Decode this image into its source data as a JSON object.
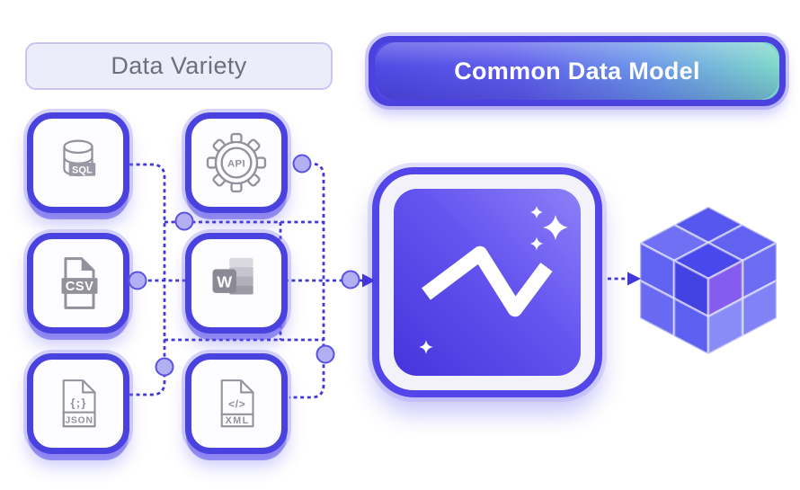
{
  "header": {
    "data_variety_label": "Data Variety",
    "common_data_model_label": "Common Data Model"
  },
  "sources": {
    "sql": {
      "badge": "SQL"
    },
    "api": {
      "label": "API"
    },
    "csv": {
      "label": "CSV"
    },
    "word": {
      "letter": "W"
    },
    "json": {
      "glyph": "{;}",
      "label": "JSON"
    },
    "xml": {
      "glyph": "</>",
      "label": "XML"
    }
  },
  "colors": {
    "connector": "#4137db",
    "card_border": "#4a42df",
    "junction_dot": "#b3aff3",
    "icon_gray": "#92919c",
    "model_gradient_top_right": "#8d80f8",
    "model_gradient_bottom_left": "#4634dc",
    "cdm_gradient_left": "#4f49e2",
    "cdm_gradient_right": "#7fdcc8",
    "cube_blue": "#5d5df1",
    "cube_purple": "#8257f0"
  }
}
